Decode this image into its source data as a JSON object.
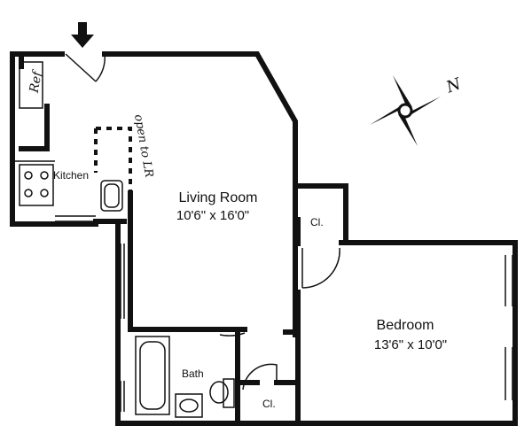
{
  "rooms": {
    "living_room": {
      "name": "Living Room",
      "dims": "10'6\" x 16'0\""
    },
    "bedroom": {
      "name": "Bedroom",
      "dims": "13'6\" x 10'0\""
    },
    "kitchen": {
      "name": "Kitchen"
    },
    "bath": {
      "name": "Bath"
    },
    "closet_upper": {
      "name": "Cl."
    },
    "closet_lower": {
      "name": "Cl."
    }
  },
  "annotations": {
    "refrigerator": "Ref",
    "open_to_lr": "open to LR",
    "north": "N"
  },
  "icons": {
    "entrance": "entrance-arrow-icon",
    "compass": "compass-rose-icon"
  }
}
